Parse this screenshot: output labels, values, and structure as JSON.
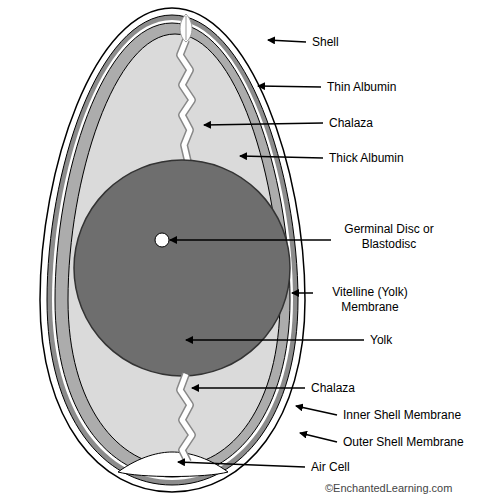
{
  "diagram": {
    "labels": [
      "Shell",
      "Thin Albumin",
      "Chalaza",
      "Thick Albumin",
      "Germinal Disc or Blastodisc",
      "Vitelline (Yolk) Membrane",
      "Yolk",
      "Chalaza",
      "Inner Shell Membrane",
      "Outer Shell Membrane",
      "Air Cell",
      "©EnchantedLearning.com"
    ]
  }
}
